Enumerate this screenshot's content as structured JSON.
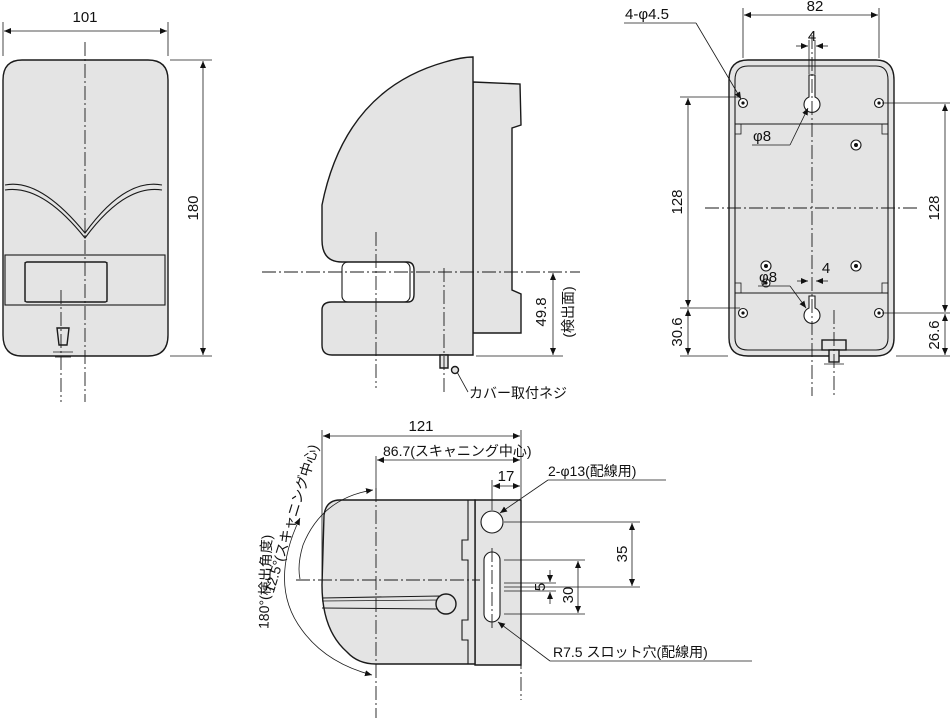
{
  "front_view": {
    "width_dim": "101",
    "height_dim": "180"
  },
  "side_view": {
    "detect_height_dim": "49.8",
    "detect_height_note": "(検出面)",
    "cover_screw_label": "カバー取付ネジ"
  },
  "rear_view": {
    "holes_label": "4-φ4.5",
    "width_dim": "82",
    "slot_top_width_dim": "4",
    "top_hole_dia": "φ8",
    "bottom_hole_dia": "φ8",
    "slot_bottom_width_dim": "4",
    "left_pitch_dim": "128",
    "right_pitch_dim": "128",
    "left_bottom_dim": "30.6",
    "right_bottom_dim": "26.6"
  },
  "top_view": {
    "depth_dim": "121",
    "scan_center_dim": "86.7(スキャニング中心)",
    "rear_offset_dim": "17",
    "wiring_holes_label": "2-φ13(配線用)",
    "pitch_35_dim": "35",
    "slot_5_dim": "5",
    "slot_30_dim": "30",
    "slot_label": "R7.5 スロット穴(配線用)",
    "scan_angle_dim": "12.5°(スキャニング中心)",
    "detect_angle_dim": "180°(検出角度)"
  }
}
